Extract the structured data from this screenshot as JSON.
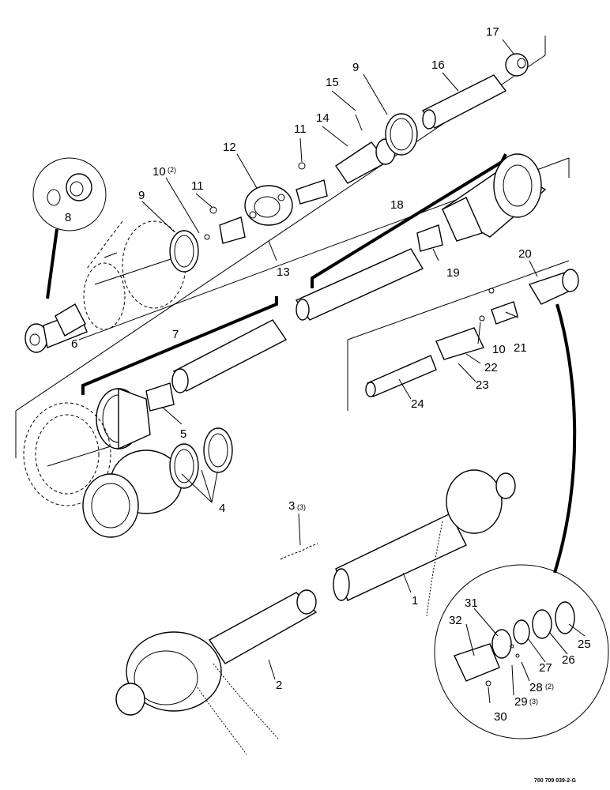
{
  "diagram": {
    "reference": "700 709 039-2-G",
    "callouts": {
      "c1": "1",
      "c2": "2",
      "c3": "3",
      "c3q": "(3)",
      "c4": "4",
      "c5": "5",
      "c6": "6",
      "c7": "7",
      "c8": "8",
      "c9a": "9",
      "c9b": "9",
      "c10a": "10",
      "c10aq": "(2)",
      "c10b": "10",
      "c11a": "11",
      "c11b": "11",
      "c12": "12",
      "c13": "13",
      "c14": "14",
      "c15": "15",
      "c16": "16",
      "c17": "17",
      "c18": "18",
      "c19": "19",
      "c20": "20",
      "c21": "21",
      "c22": "22",
      "c23": "23",
      "c24": "24",
      "c25": "25",
      "c26": "26",
      "c27": "27",
      "c28": "28",
      "c28q": "(2)",
      "c29": "29",
      "c29q": "(3)",
      "c30": "30",
      "c31": "31",
      "c32": "32"
    }
  }
}
